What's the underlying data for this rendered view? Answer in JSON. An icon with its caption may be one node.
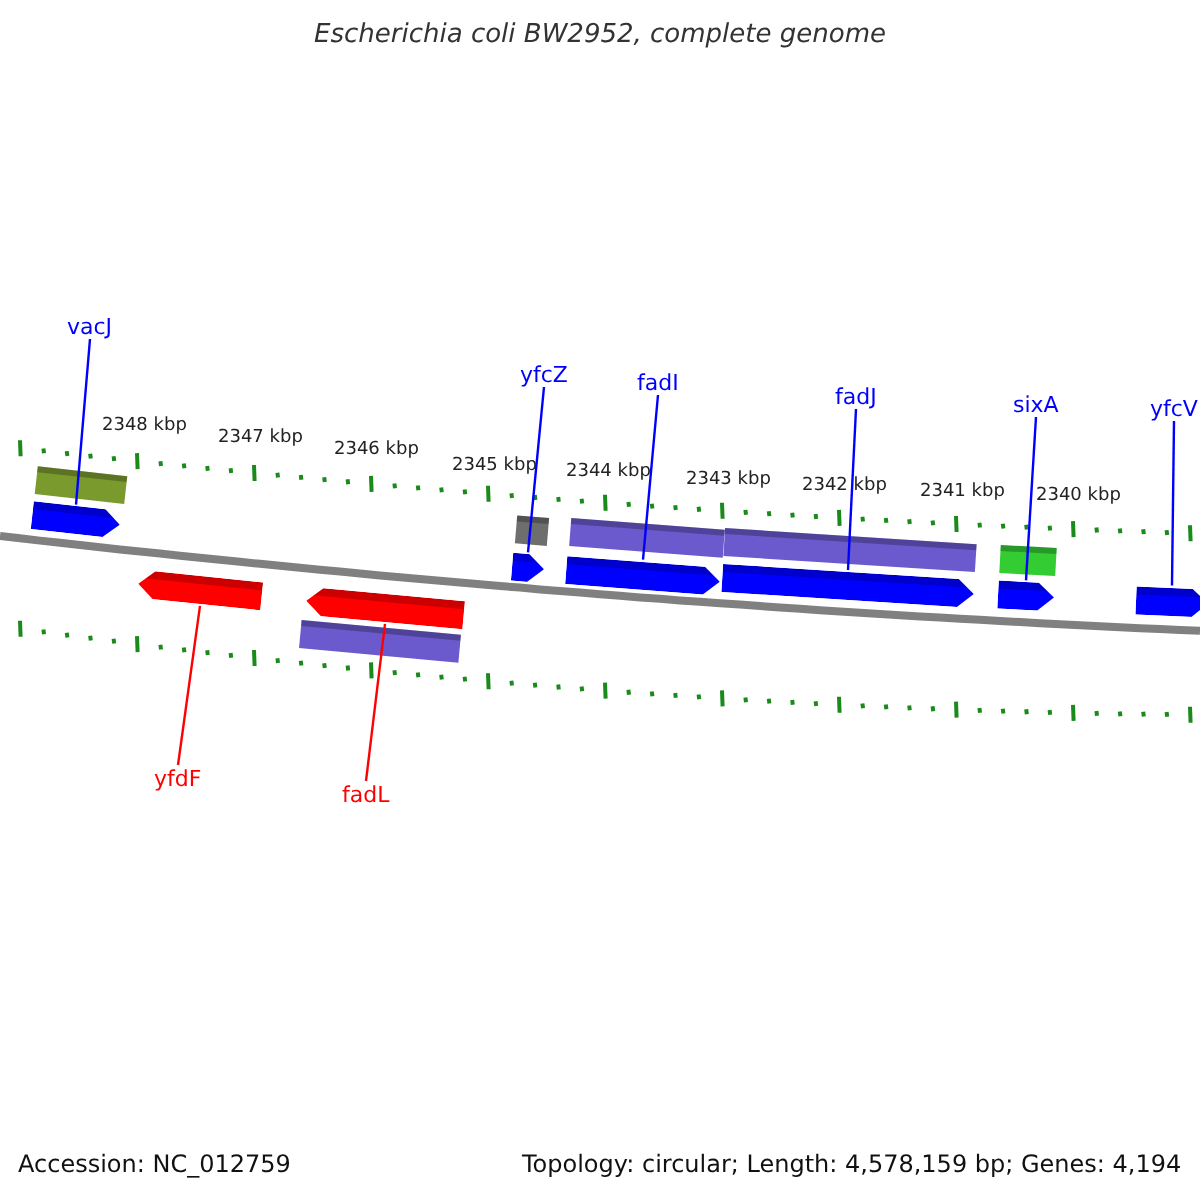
{
  "diagram": {
    "title": "Escherichia coli BW2952, complete genome",
    "nodes": [
      {
        "text": [
          "vacJ"
        ]
      },
      {
        "text": [
          "yfcZ"
        ]
      },
      {
        "text": [
          "fadI"
        ]
      },
      {
        "text": [
          "fadJ"
        ]
      },
      {
        "text": [
          "sixA"
        ]
      },
      {
        "text": [
          "yfcV"
        ]
      },
      {
        "text": [
          "yfdF"
        ]
      },
      {
        "text": [
          "fadL"
        ]
      },
      {
        "text": [],
        "shape": "bar"
      },
      {
        "text": [],
        "shape": "bar"
      },
      {
        "text": [],
        "shape": "bar"
      },
      {
        "text": [],
        "shape": "bar"
      },
      {
        "text": [],
        "shape": "bar"
      },
      {
        "text": [],
        "shape": "bar"
      },
      {
        "text": [],
        "shape": "bar"
      },
      {
        "text": [],
        "shape": "bar"
      }
    ],
    "edges": [
      {
        "from": 0,
        "to": 8,
        "arrow": "none"
      },
      {
        "from": 1,
        "to": 11,
        "arrow": "none"
      },
      {
        "from": 2,
        "to": 12,
        "arrow": "none"
      },
      {
        "from": 3,
        "to": 13,
        "arrow": "none"
      },
      {
        "from": 4,
        "to": 14,
        "arrow": "none"
      },
      {
        "from": 5,
        "to": 15,
        "arrow": "none"
      },
      {
        "from": 6,
        "to": 9,
        "arrow": "none",
        "color": "#ff0000"
      },
      {
        "from": 7,
        "to": 10,
        "arrow": "none",
        "color": "#ff0000"
      }
    ],
    "labels": [
      "2348 kbp",
      "2347 kbp",
      "2346 kbp",
      "2345 kbp",
      "2344 kbp",
      "2343 kbp",
      "2342 kbp",
      "2341 kbp",
      "2340 kbp",
      "Accession: NC_012759",
      "Topology: circular; Length: 4,578,159 bp; Genes: 4,194"
    ]
  }
}
